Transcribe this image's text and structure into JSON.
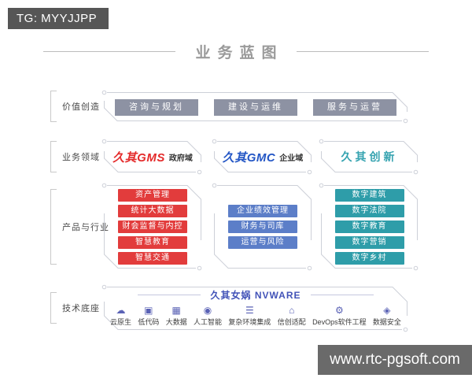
{
  "watermarks": {
    "top_left": "TG: MYYJJPP",
    "bottom_right": "www.rtc-pgsoft.com"
  },
  "title": "业务蓝图",
  "rows": {
    "value_creation": {
      "label": "价值创造",
      "items": [
        "咨询与规划",
        "建设与运维",
        "服务与运营"
      ]
    },
    "business_domains": {
      "label": "业务领域",
      "brands": [
        {
          "name": "久其GMS",
          "tag": "政府域"
        },
        {
          "name": "久其GMC",
          "tag": "企业域"
        },
        {
          "name": "久其创新",
          "tag": ""
        }
      ]
    },
    "products": {
      "label": "产品与行业",
      "government": [
        "资产管理",
        "统计大数据",
        "财会监督与内控",
        "智慧教育",
        "智慧交通"
      ],
      "enterprise": [
        "企业绩效管理",
        "财务与司库",
        "运营与风险"
      ],
      "innovation": [
        "数字建筑",
        "数字法院",
        "数字教育",
        "数字营销",
        "数字乡村"
      ]
    },
    "tech_base": {
      "label": "技术底座",
      "platform": "久其女娲 NVWARE",
      "items": [
        {
          "icon": "cloud-native-icon",
          "glyph": "☁",
          "label": "云原生"
        },
        {
          "icon": "low-code-icon",
          "glyph": "▣",
          "label": "低代码"
        },
        {
          "icon": "big-data-icon",
          "glyph": "▦",
          "label": "大数据"
        },
        {
          "icon": "ai-icon",
          "glyph": "◉",
          "label": "人工智能"
        },
        {
          "icon": "integration-icon",
          "glyph": "☰",
          "label": "复杂环境集成"
        },
        {
          "icon": "xinchuang-icon",
          "glyph": "⌂",
          "label": "信创适配"
        },
        {
          "icon": "devops-icon",
          "glyph": "⚙",
          "label": "DevOps软件工程"
        },
        {
          "icon": "data-security-icon",
          "glyph": "◈",
          "label": "数据安全"
        }
      ]
    }
  },
  "colors": {
    "process_gray": "#8d92a3",
    "government_red": "#e23c3c",
    "enterprise_blue": "#5c7ec8",
    "innovation_teal": "#2e9da9",
    "brand_red": "#e42b2b",
    "brand_blue": "#2356c5",
    "brand_teal": "#35a3b0",
    "platform_blue": "#4253b8",
    "watermark_gray": "#565656"
  }
}
